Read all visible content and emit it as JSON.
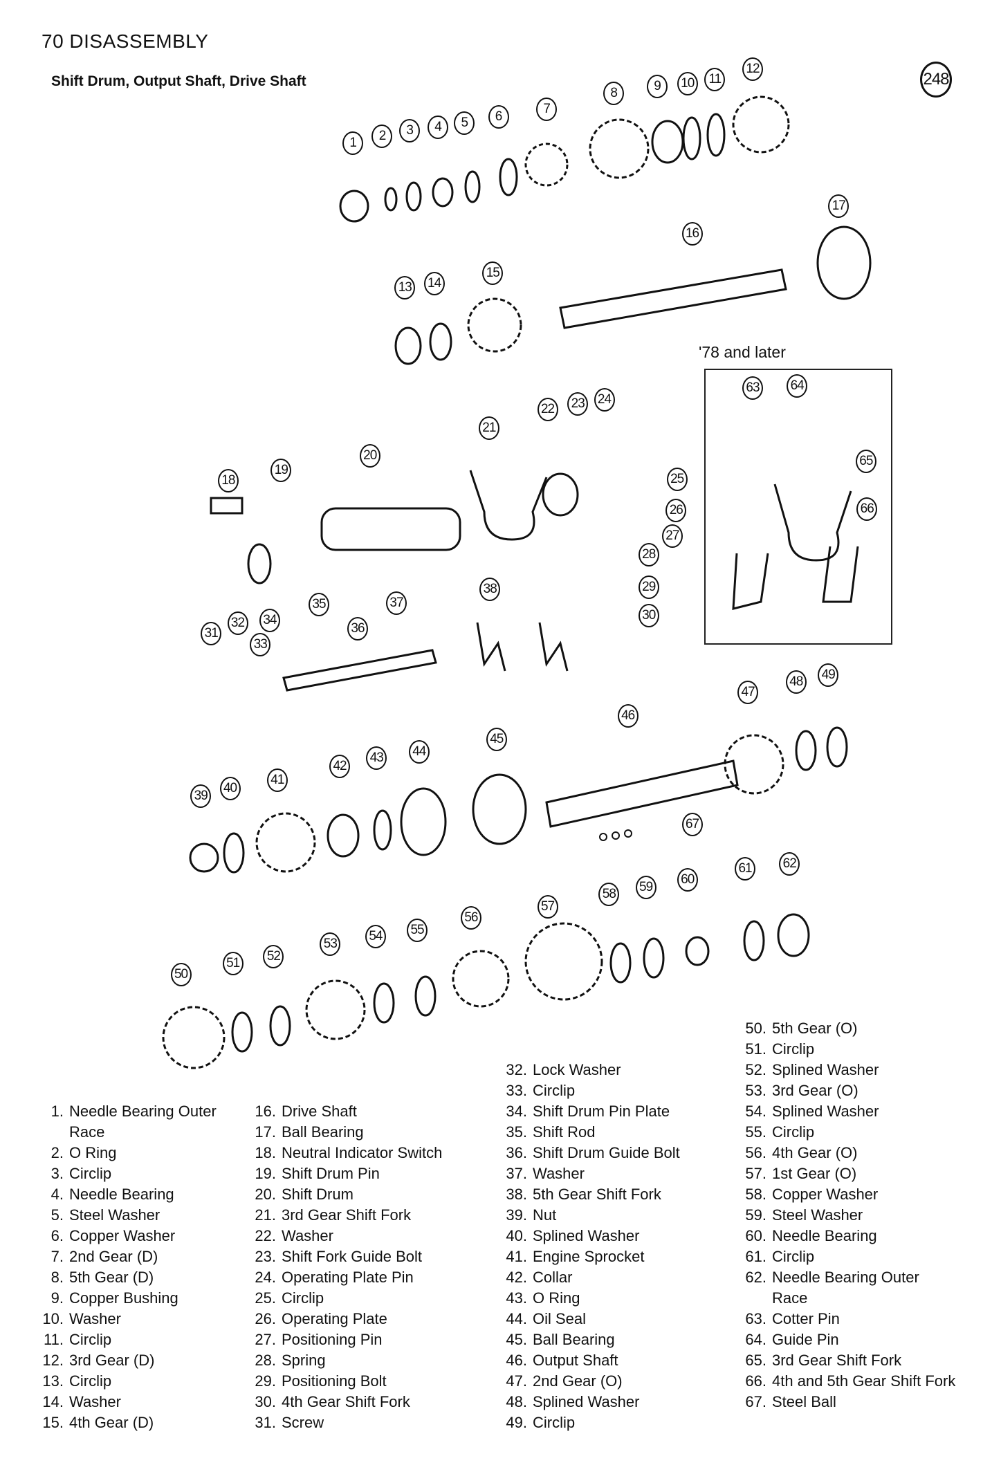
{
  "header": {
    "page_title": "70 DISASSEMBLY",
    "subtitle": "Shift Drum, Output Shaft, Drive Shaft",
    "figure_number": "248"
  },
  "inset_label": "'78 and later",
  "callouts": [
    "1",
    "2",
    "3",
    "4",
    "5",
    "6",
    "7",
    "8",
    "9",
    "10",
    "11",
    "12",
    "13",
    "14",
    "15",
    "16",
    "17",
    "18",
    "19",
    "20",
    "21",
    "22",
    "23",
    "24",
    "25",
    "26",
    "27",
    "28",
    "29",
    "30",
    "31",
    "32",
    "33",
    "34",
    "35",
    "36",
    "37",
    "38",
    "39",
    "40",
    "41",
    "42",
    "43",
    "44",
    "45",
    "46",
    "47",
    "48",
    "49",
    "50",
    "51",
    "52",
    "53",
    "54",
    "55",
    "56",
    "57",
    "58",
    "59",
    "60",
    "61",
    "62",
    "63",
    "64",
    "65",
    "66",
    "67"
  ],
  "legend": {
    "col1": [
      {
        "num": "1.",
        "label": "Needle Bearing Outer Race"
      },
      {
        "num": "2.",
        "label": "O Ring"
      },
      {
        "num": "3.",
        "label": "Circlip"
      },
      {
        "num": "4.",
        "label": "Needle Bearing"
      },
      {
        "num": "5.",
        "label": "Steel Washer"
      },
      {
        "num": "6.",
        "label": "Copper Washer"
      },
      {
        "num": "7.",
        "label": "2nd Gear (D)"
      },
      {
        "num": "8.",
        "label": "5th Gear (D)"
      },
      {
        "num": "9.",
        "label": "Copper Bushing"
      },
      {
        "num": "10.",
        "label": "Washer"
      },
      {
        "num": "11.",
        "label": "Circlip"
      },
      {
        "num": "12.",
        "label": "3rd Gear (D)"
      },
      {
        "num": "13.",
        "label": "Circlip"
      },
      {
        "num": "14.",
        "label": "Washer"
      },
      {
        "num": "15.",
        "label": "4th Gear (D)"
      }
    ],
    "col2": [
      {
        "num": "16.",
        "label": "Drive Shaft"
      },
      {
        "num": "17.",
        "label": "Ball Bearing"
      },
      {
        "num": "18.",
        "label": "Neutral Indicator Switch"
      },
      {
        "num": "19.",
        "label": "Shift Drum Pin"
      },
      {
        "num": "20.",
        "label": "Shift Drum"
      },
      {
        "num": "21.",
        "label": "3rd Gear Shift Fork"
      },
      {
        "num": "22.",
        "label": "Washer"
      },
      {
        "num": "23.",
        "label": "Shift Fork Guide Bolt"
      },
      {
        "num": "24.",
        "label": "Operating Plate Pin"
      },
      {
        "num": "25.",
        "label": "Circlip"
      },
      {
        "num": "26.",
        "label": "Operating Plate"
      },
      {
        "num": "27.",
        "label": "Positioning Pin"
      },
      {
        "num": "28.",
        "label": "Spring"
      },
      {
        "num": "29.",
        "label": "Positioning Bolt"
      },
      {
        "num": "30.",
        "label": "4th Gear Shift Fork"
      },
      {
        "num": "31.",
        "label": "Screw"
      }
    ],
    "col3": [
      {
        "num": "32.",
        "label": "Lock Washer"
      },
      {
        "num": "33.",
        "label": "Circlip"
      },
      {
        "num": "34.",
        "label": "Shift Drum Pin Plate"
      },
      {
        "num": "35.",
        "label": "Shift Rod"
      },
      {
        "num": "36.",
        "label": "Shift Drum Guide Bolt"
      },
      {
        "num": "37.",
        "label": "Washer"
      },
      {
        "num": "38.",
        "label": "5th Gear Shift Fork"
      },
      {
        "num": "39.",
        "label": "Nut"
      },
      {
        "num": "40.",
        "label": "Splined Washer"
      },
      {
        "num": "41.",
        "label": "Engine Sprocket"
      },
      {
        "num": "42.",
        "label": "Collar"
      },
      {
        "num": "43.",
        "label": "O Ring"
      },
      {
        "num": "44.",
        "label": "Oil Seal"
      },
      {
        "num": "45.",
        "label": "Ball Bearing"
      },
      {
        "num": "46.",
        "label": "Output Shaft"
      },
      {
        "num": "47.",
        "label": "2nd Gear (O)"
      },
      {
        "num": "48.",
        "label": "Splined Washer"
      },
      {
        "num": "49.",
        "label": "Circlip"
      }
    ],
    "col4": [
      {
        "num": "50.",
        "label": "5th Gear (O)"
      },
      {
        "num": "51.",
        "label": "Circlip"
      },
      {
        "num": "52.",
        "label": "Splined Washer"
      },
      {
        "num": "53.",
        "label": "3rd Gear (O)"
      },
      {
        "num": "54.",
        "label": "Splined Washer"
      },
      {
        "num": "55.",
        "label": "Circlip"
      },
      {
        "num": "56.",
        "label": "4th Gear (O)"
      },
      {
        "num": "57.",
        "label": "1st Gear (O)"
      },
      {
        "num": "58.",
        "label": "Copper Washer"
      },
      {
        "num": "59.",
        "label": "Steel Washer"
      },
      {
        "num": "60.",
        "label": "Needle Bearing"
      },
      {
        "num": "61.",
        "label": "Circlip"
      },
      {
        "num": "62.",
        "label": "Needle Bearing Outer Race"
      },
      {
        "num": "63.",
        "label": "Cotter Pin"
      },
      {
        "num": "64.",
        "label": "Guide Pin"
      },
      {
        "num": "65.",
        "label": "3rd Gear Shift Fork"
      },
      {
        "num": "66.",
        "label": "4th and 5th Gear Shift Fork"
      },
      {
        "num": "67.",
        "label": "Steel Ball"
      }
    ]
  }
}
